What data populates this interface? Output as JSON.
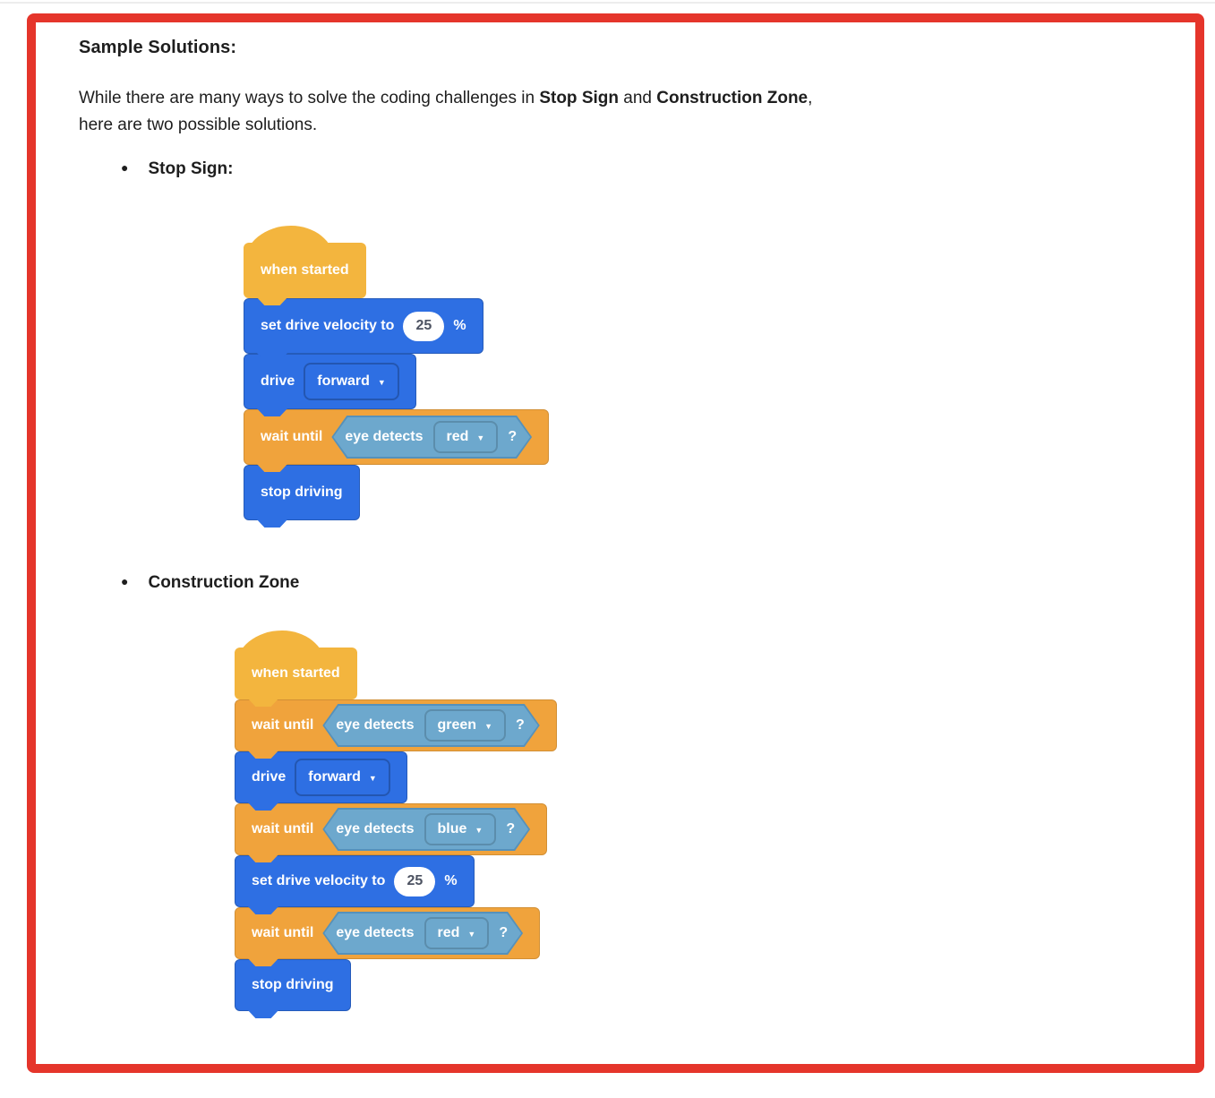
{
  "colors": {
    "frame_red": "#E5352B",
    "hairline": "#EDEDED",
    "text": "#1E1E1E",
    "block_blue": "#2E6FE3",
    "block_orange": "#F0A33C",
    "block_yellow": "#F3B53E",
    "hex_fill": "#6DA8CD",
    "hex_border": "#5691BA",
    "oval_text": "#4D5362"
  },
  "icons": {
    "caret_down": "▼",
    "bullet": "●"
  },
  "document": {
    "heading": "Sample Solutions:",
    "intro": {
      "line1_before": "While there are many ways to solve the coding challenges in ",
      "challenge1": "Stop Sign",
      "line1_and": " and ",
      "challenge2": "Construction Zone",
      "line1_after": ",",
      "line2": "here are two possible solutions."
    },
    "bullets": [
      {
        "label": "Stop Sign:"
      },
      {
        "label": "Construction Zone"
      }
    ]
  },
  "stacks": [
    {
      "name": "Stop Sign solution",
      "blocks": [
        {
          "type": "hat",
          "label": "when started"
        },
        {
          "type": "set-velocity",
          "prefix": "set drive velocity to",
          "value": "25",
          "suffix": "%"
        },
        {
          "type": "drive",
          "prefix": "drive",
          "dropdown": "forward"
        },
        {
          "type": "wait-until",
          "label": "wait until",
          "condition": {
            "text": "eye detects",
            "dropdown": "red",
            "question": "?"
          }
        },
        {
          "type": "stop",
          "label": "stop driving"
        }
      ]
    },
    {
      "name": "Construction Zone solution",
      "blocks": [
        {
          "type": "hat",
          "label": "when started"
        },
        {
          "type": "wait-until",
          "label": "wait until",
          "condition": {
            "text": "eye detects",
            "dropdown": "green",
            "question": "?"
          }
        },
        {
          "type": "drive",
          "prefix": "drive",
          "dropdown": "forward"
        },
        {
          "type": "wait-until",
          "label": "wait until",
          "condition": {
            "text": "eye detects",
            "dropdown": "blue",
            "question": "?"
          }
        },
        {
          "type": "set-velocity",
          "prefix": "set drive velocity to",
          "value": "25",
          "suffix": "%"
        },
        {
          "type": "wait-until",
          "label": "wait until",
          "condition": {
            "text": "eye detects",
            "dropdown": "red",
            "question": "?"
          }
        },
        {
          "type": "stop",
          "label": "stop driving"
        }
      ]
    }
  ]
}
